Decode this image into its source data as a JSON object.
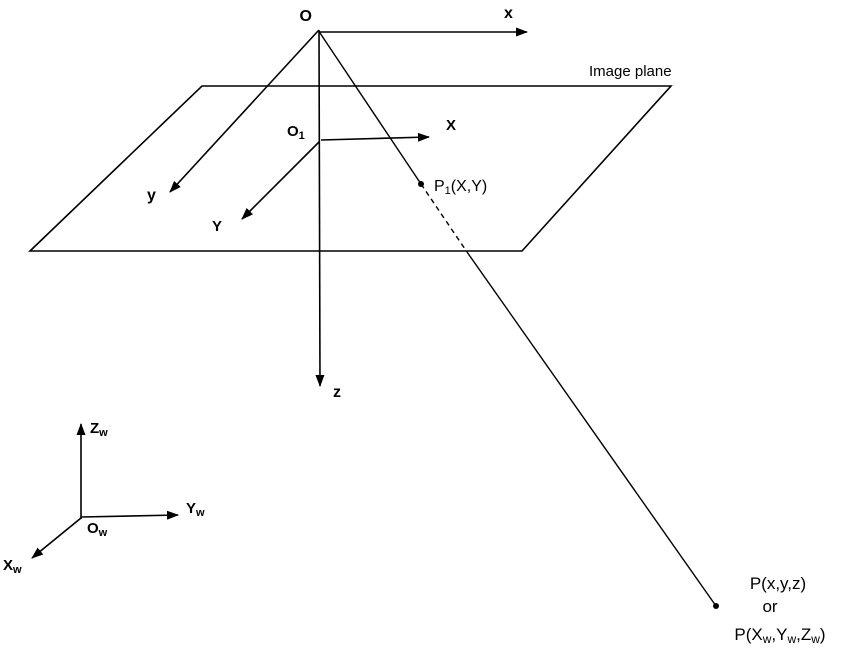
{
  "figure": {
    "colors": {
      "line": "#000000",
      "background": "#ffffff"
    },
    "camera_frame": {
      "origin_label": "O",
      "x_axis_label": "x",
      "y_axis_label": "y",
      "z_axis_label": "z"
    },
    "image_plane": {
      "title": "Image plane",
      "origin": {
        "main": "O",
        "sub": "1"
      },
      "x_axis_label": "X",
      "y_axis_label": "Y",
      "projected_point": {
        "main": "P",
        "sub": "1",
        "coords": "(X,Y)"
      }
    },
    "world_frame": {
      "origin": {
        "main": "O",
        "sub": "w"
      },
      "x_axis": {
        "main": "X",
        "sub": "w"
      },
      "y_axis": {
        "main": "Y",
        "sub": "w"
      },
      "z_axis": {
        "main": "Z",
        "sub": "w"
      }
    },
    "world_point": {
      "label_line1": "P(x,y,z)",
      "label_line2": "or",
      "label_line3_parts": [
        "P(X",
        "w",
        ",Y",
        "w",
        ",Z",
        "w",
        ")"
      ]
    }
  }
}
